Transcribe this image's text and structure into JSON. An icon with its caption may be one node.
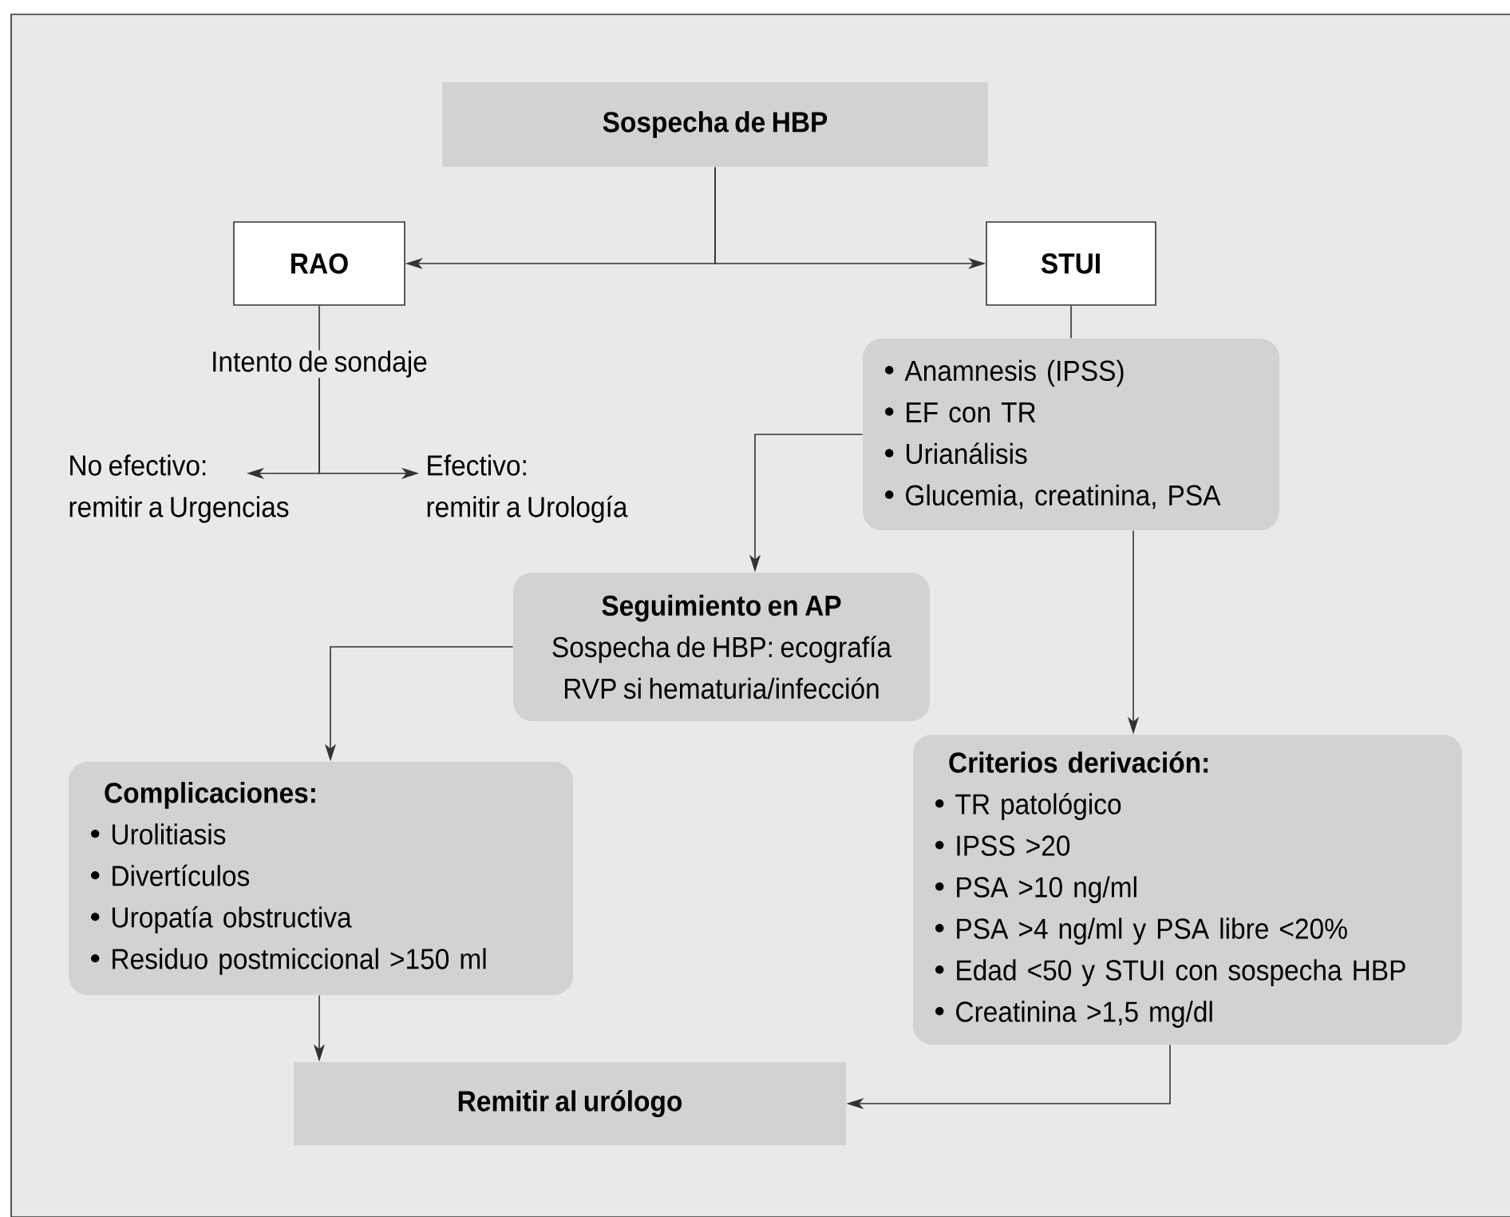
{
  "diagram": {
    "nodes": [
      {
        "text": [
          "Sospecha de HBP"
        ]
      },
      {
        "text": [
          "RAO"
        ]
      },
      {
        "text": [
          "STUI"
        ]
      },
      {
        "text": [
          "Intento de sondaje"
        ]
      },
      {
        "text": [
          "No efectivo:",
          "remitir a Urgencias"
        ]
      },
      {
        "text": [
          "Efectivo:",
          "remitir a Urología"
        ]
      },
      {
        "text": [
          "Anamnesis (IPSS)",
          "EF con TR",
          "Urianálisis",
          "Glucemia, creatinina, PSA"
        ]
      },
      {
        "text": [
          "Seguimiento en AP",
          "Sospecha de HBP: ecografía",
          "RVP si hematuria/infección"
        ]
      },
      {
        "text": [
          "Complicaciones:",
          "Urolitiasis",
          "Divertículos",
          "Uropatía obstructiva",
          "Residuo postmiccional >150 ml"
        ]
      },
      {
        "text": [
          "Criterios derivación:",
          "TR patológico",
          "IPSS >20",
          "PSA >10 ng/ml",
          "PSA >4 ng/ml y PSA libre <20%",
          "Edad <50 y STUI con sospecha HBP",
          "Creatinina >1,5 mg/dl"
        ]
      },
      {
        "text": [
          "Remitir al urólogo"
        ]
      }
    ],
    "edges": [
      {
        "from": 0,
        "to": 1,
        "arrow": "to"
      },
      {
        "from": 0,
        "to": 2,
        "arrow": "to"
      },
      {
        "from": 1,
        "to": 3,
        "arrow": "none"
      },
      {
        "from": 3,
        "to": 4,
        "arrow": "to"
      },
      {
        "from": 3,
        "to": 5,
        "arrow": "to"
      },
      {
        "from": 2,
        "to": 6,
        "arrow": "none"
      },
      {
        "from": 6,
        "to": 7,
        "arrow": "to"
      },
      {
        "from": 6,
        "to": 9,
        "arrow": "to"
      },
      {
        "from": 7,
        "to": 8,
        "arrow": "to"
      },
      {
        "from": 8,
        "to": 10,
        "arrow": "to"
      },
      {
        "from": 9,
        "to": 10,
        "arrow": "to"
      }
    ]
  }
}
